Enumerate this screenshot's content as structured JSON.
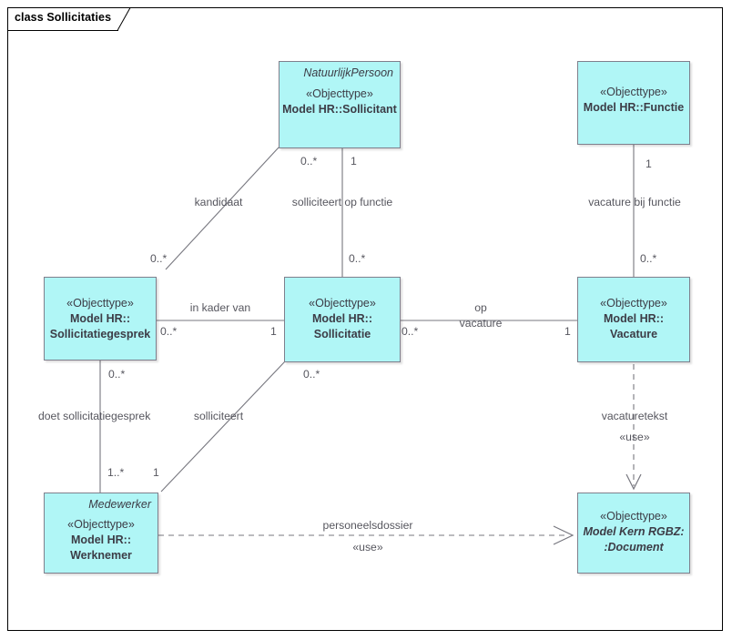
{
  "frame": {
    "title": "class Sollicitaties"
  },
  "nodes": [
    {
      "id": "sollicitant",
      "basename": "NatuurlijkPersoon",
      "stereotype": "«Objecttype»",
      "name_line1": "Model HR::Sollicitant",
      "name_line2": "",
      "italic_name": false
    },
    {
      "id": "functie",
      "basename": "",
      "stereotype": "«Objecttype»",
      "name_line1": "Model HR::Functie",
      "name_line2": "",
      "italic_name": false
    },
    {
      "id": "sollicitatiegesprek",
      "basename": "",
      "stereotype": "«Objecttype»",
      "name_line1": "Model HR::",
      "name_line2": "Sollicitatiegesprek",
      "italic_name": false
    },
    {
      "id": "sollicitatie",
      "basename": "",
      "stereotype": "«Objecttype»",
      "name_line1": "Model HR::",
      "name_line2": "Sollicitatie",
      "italic_name": false
    },
    {
      "id": "vacature",
      "basename": "",
      "stereotype": "«Objecttype»",
      "name_line1": "Model HR::",
      "name_line2": "Vacature",
      "italic_name": false
    },
    {
      "id": "werknemer",
      "basename": "Medewerker",
      "stereotype": "«Objecttype»",
      "name_line1": "Model HR::",
      "name_line2": "Werknemer",
      "italic_name": false
    },
    {
      "id": "document",
      "basename": "",
      "stereotype": "«Objecttype»",
      "name_line1": "Model Kern RGBZ:",
      "name_line2": ":Document",
      "italic_name": true
    }
  ],
  "edges": [
    {
      "id": "kandidaat",
      "label": "kandidaat",
      "source_mult": "0..*",
      "target_mult": "0..*",
      "style": "solid"
    },
    {
      "id": "solliciteert-op-functie",
      "label": "solliciteert op functie",
      "source_mult": "1",
      "target_mult": "0..*",
      "style": "solid"
    },
    {
      "id": "vacature-bij-functie",
      "label": "vacature bij functie",
      "source_mult": "1",
      "target_mult": "0..*",
      "style": "solid"
    },
    {
      "id": "in-kader-van",
      "label": "in kader van",
      "source_mult": "0..*",
      "target_mult": "1",
      "style": "solid"
    },
    {
      "id": "op-vacature",
      "label_line1": "op",
      "label_line2": "vacature",
      "source_mult": "0..*",
      "target_mult": "1",
      "style": "solid"
    },
    {
      "id": "doet-sollicitatiegesprek",
      "label": "doet sollicitatiegesprek",
      "source_mult": "0..*",
      "target_mult": "1..*",
      "style": "solid"
    },
    {
      "id": "solliciteert",
      "label": "solliciteert",
      "source_mult": "0..*",
      "target_mult": "1",
      "style": "solid"
    },
    {
      "id": "vacaturetekst",
      "label": "vacaturetekst",
      "stereotype": "«use»",
      "style": "dashed-arrow"
    },
    {
      "id": "personeelsdossier",
      "label": "personeelsdossier",
      "stereotype": "«use»",
      "style": "dashed-arrow"
    }
  ],
  "colors": {
    "node_fill": "#b0f6f6",
    "node_border": "#7f7f8c",
    "connector": "#77777f",
    "text": "#3c3c46",
    "label_text": "#56565e",
    "frame_border": "#000000",
    "background": "#ffffff"
  }
}
